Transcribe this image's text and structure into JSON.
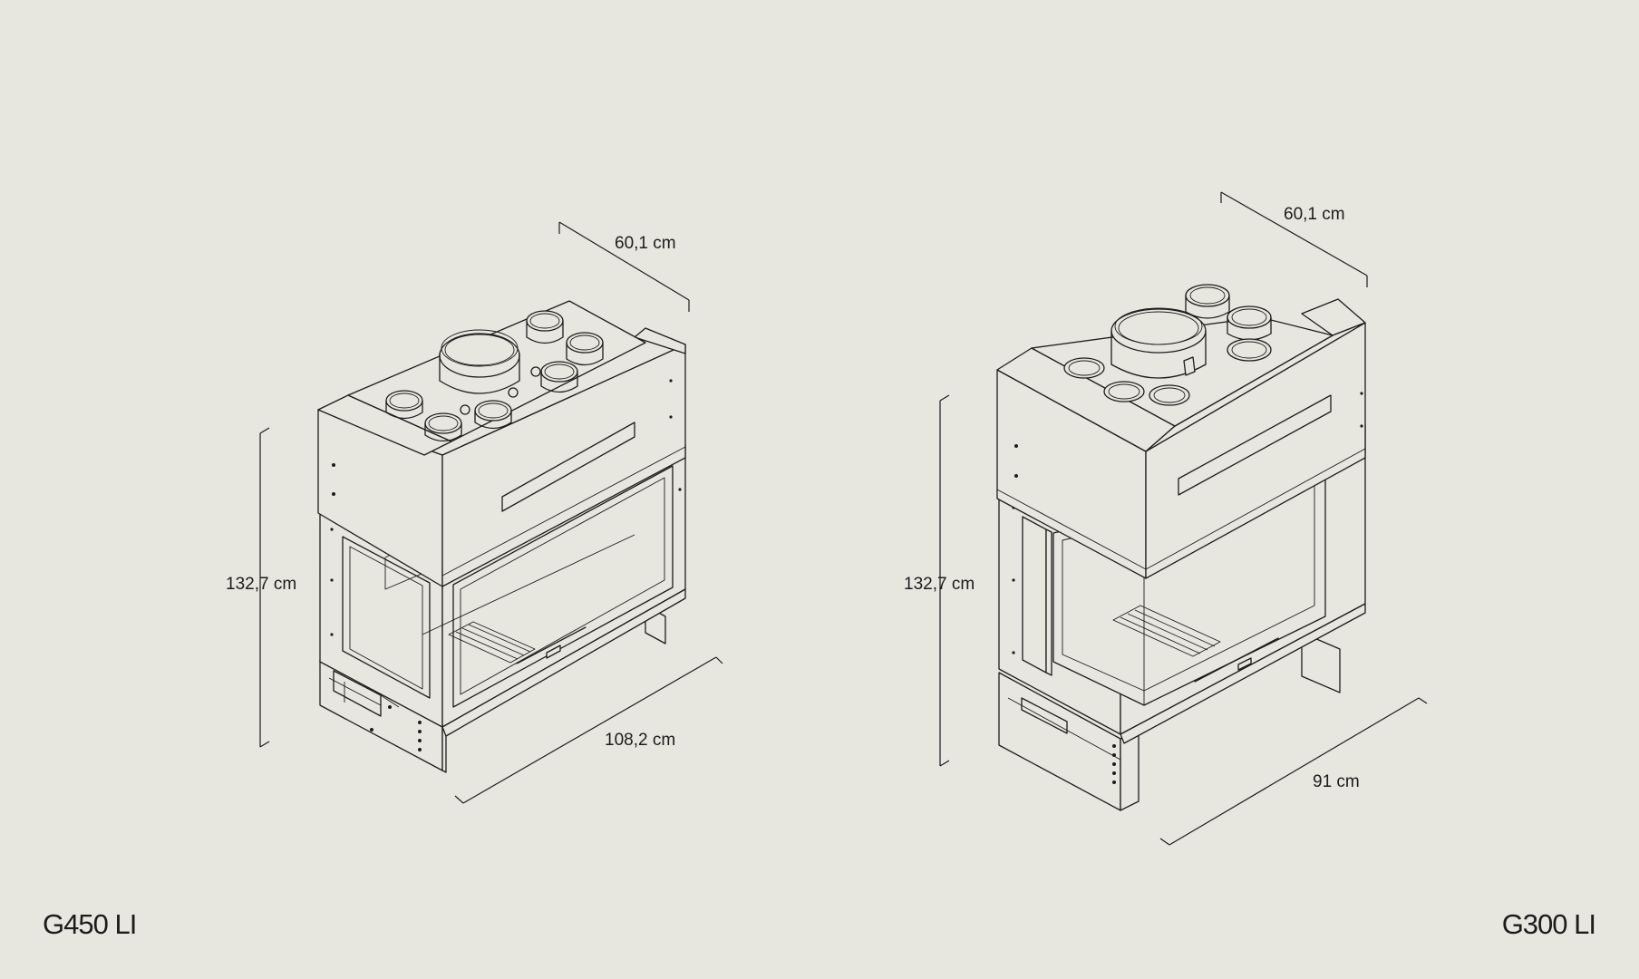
{
  "products": [
    {
      "model": "G450 LI",
      "dimensions": {
        "depth": "60,1 cm",
        "height": "132,7 cm",
        "width": "108,2 cm"
      }
    },
    {
      "model": "G300 LI",
      "dimensions": {
        "depth": "60,1 cm",
        "height": "132,7 cm",
        "width": "91 cm"
      }
    }
  ],
  "colors": {
    "background": "#e8e7df",
    "line": "#1c1c1c"
  },
  "icons": [
    "fireplace-insert-drawing"
  ]
}
